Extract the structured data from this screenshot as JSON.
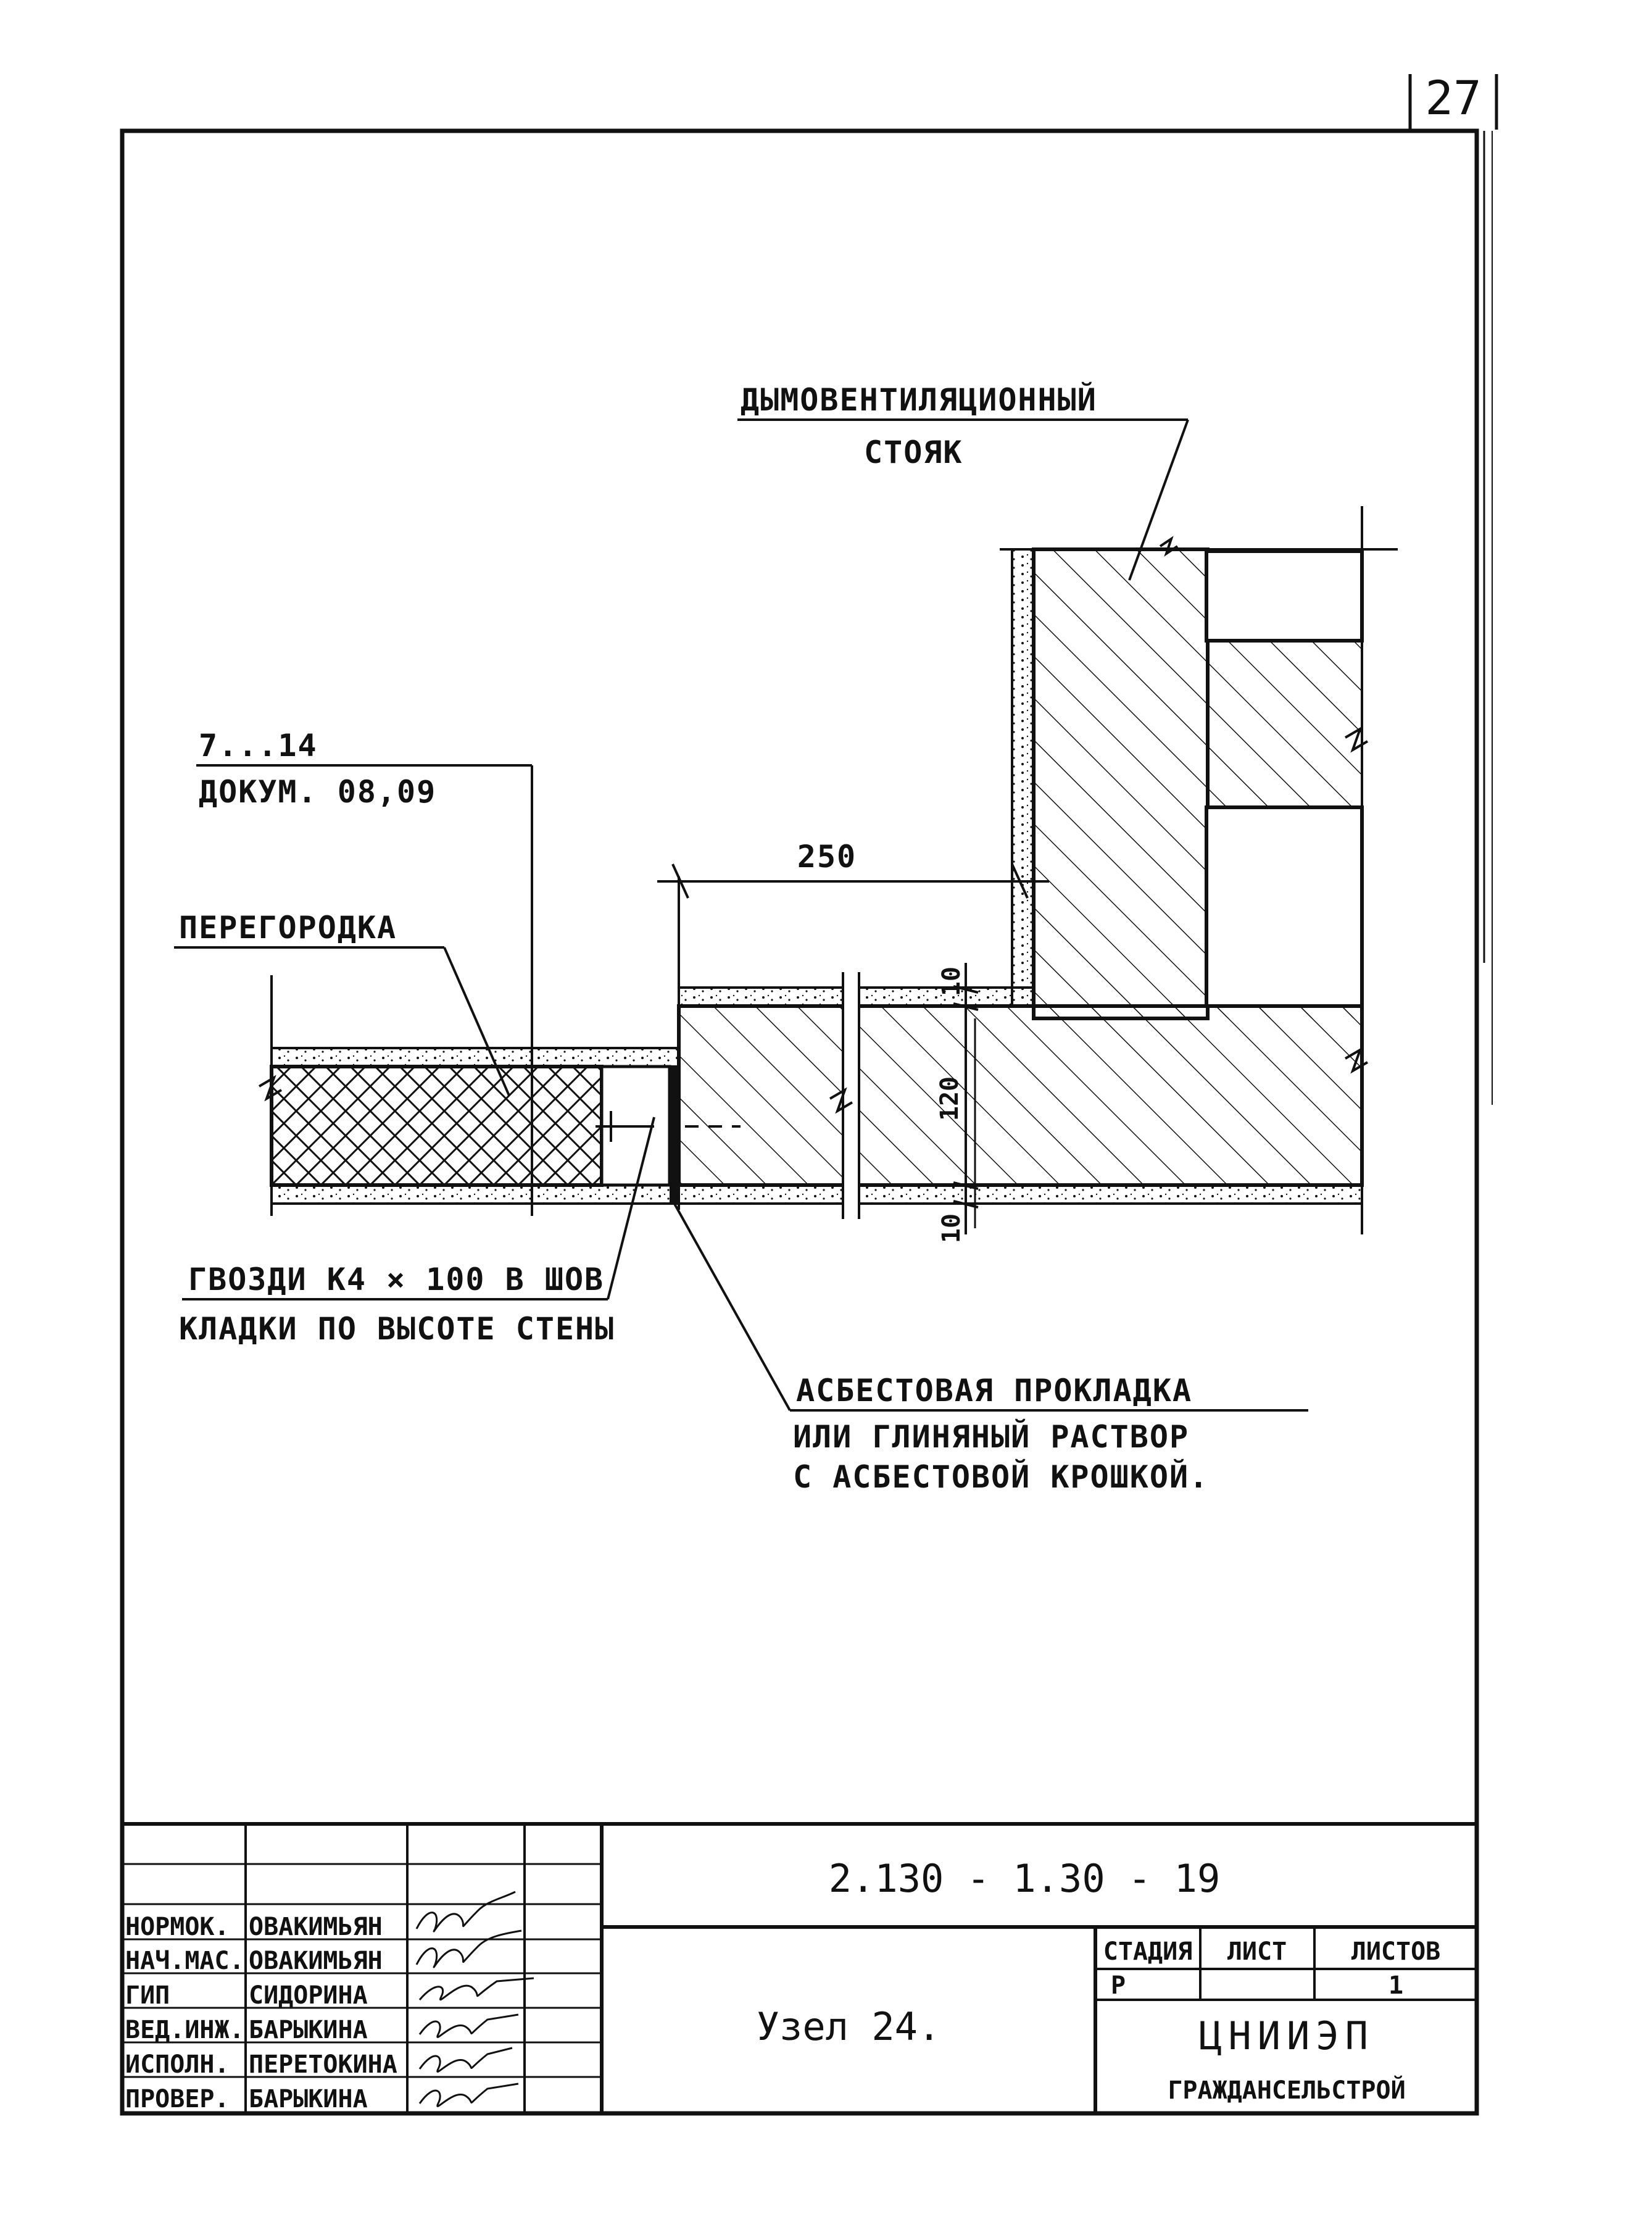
{
  "sheet": {
    "page_number": "27"
  },
  "labels": {
    "riser_line1": "ДЫМОВЕНТИЛЯЦИОННЫЙ",
    "riser_line2": "СТОЯК",
    "ref_line1": "7...14",
    "ref_line2": "ДОКУМ. 08,09",
    "partition": "ПЕРЕГОРОДКА",
    "nails_line1": "ГВОЗДИ К4 × 100 В ШОВ",
    "nails_line2": "КЛАДКИ ПО ВЫСОТЕ СТЕНЫ",
    "gasket_line1": "АСБЕСТОВАЯ   ПРОКЛАДКА",
    "gasket_line2": "ИЛИ ГЛИНЯНЫЙ РАСТВОР",
    "gasket_line3": "С АСБЕСТОВОЙ КРОШКОЙ."
  },
  "dimensions": {
    "width_250": "250",
    "top_10": "10",
    "mid_120": "120",
    "bottom_10": "10"
  },
  "title_block": {
    "doc_code": "2.130 - 1.30 - 19",
    "drawing_title": "Узел 24.",
    "stage_header": "СТАДИЯ",
    "sheet_header": "ЛИСТ",
    "sheets_header": "ЛИСТОВ",
    "stage_value": "Р",
    "sheet_value": "",
    "sheets_value": "1",
    "org_line1": "ЦНИИЭП",
    "org_line2": "ГРАЖДАНСЕЛЬСТРОЙ",
    "roles": [
      {
        "role": "НОРМОК.",
        "name": "ОВАКИМЬЯН"
      },
      {
        "role": "НАЧ.МАС.",
        "name": "ОВАКИМЬЯН"
      },
      {
        "role": "ГИП",
        "name": "СИДОРИНА"
      },
      {
        "role": "ВЕД.ИНЖ.",
        "name": "БАРЫКИНА"
      },
      {
        "role": "ИСПОЛН.",
        "name": "ПЕРЕТОКИНА"
      },
      {
        "role": "ПРОВЕР.",
        "name": "БАРЫКИНА"
      }
    ]
  }
}
